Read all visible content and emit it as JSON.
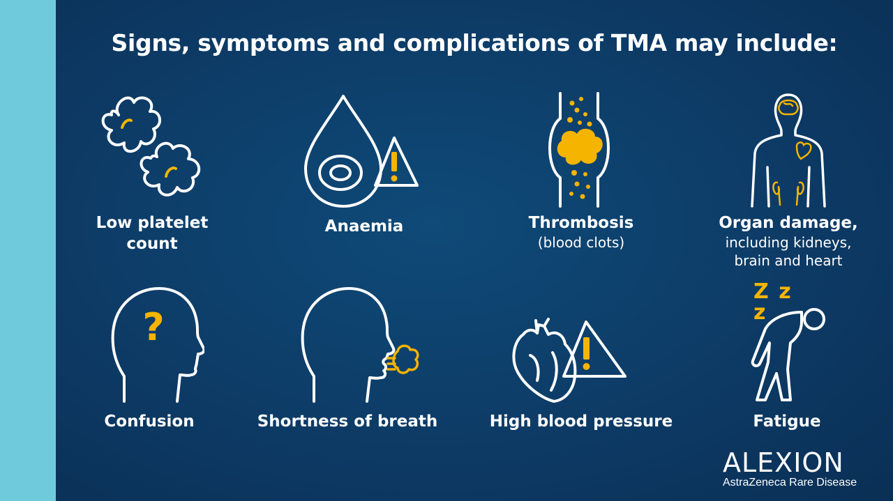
{
  "title": "Signs, symptoms and complications of TMA may include:",
  "items": [
    {
      "icon": "platelet-icon",
      "label_bold": "Low platelet count",
      "label_line1": "Low platelet",
      "label_line2": "count"
    },
    {
      "icon": "blood-drop-warning-icon",
      "label_bold": "Anaemia"
    },
    {
      "icon": "blood-vessel-clot-icon",
      "label_bold": "Thrombosis",
      "label_sub": "(blood clots)"
    },
    {
      "icon": "body-organs-icon",
      "label_bold": "Organ damage,",
      "label_sub1": "including kidneys,",
      "label_sub2": "brain and heart"
    },
    {
      "icon": "head-question-icon",
      "label_bold": "Confusion"
    },
    {
      "icon": "head-breath-icon",
      "label_bold": "Shortness of breath"
    },
    {
      "icon": "heart-warning-icon",
      "label_bold": "High blood pressure"
    },
    {
      "icon": "tired-person-icon",
      "label_bold": "Fatigue",
      "zzz": "Z z z"
    }
  ],
  "logo": {
    "word": "ALEXION",
    "subtitle": "AstraZeneca Rare Disease"
  },
  "colors": {
    "accent": "#f5b400",
    "side_bar": "#6fcbdc",
    "background": "#0e3a62",
    "text": "#ffffff"
  }
}
